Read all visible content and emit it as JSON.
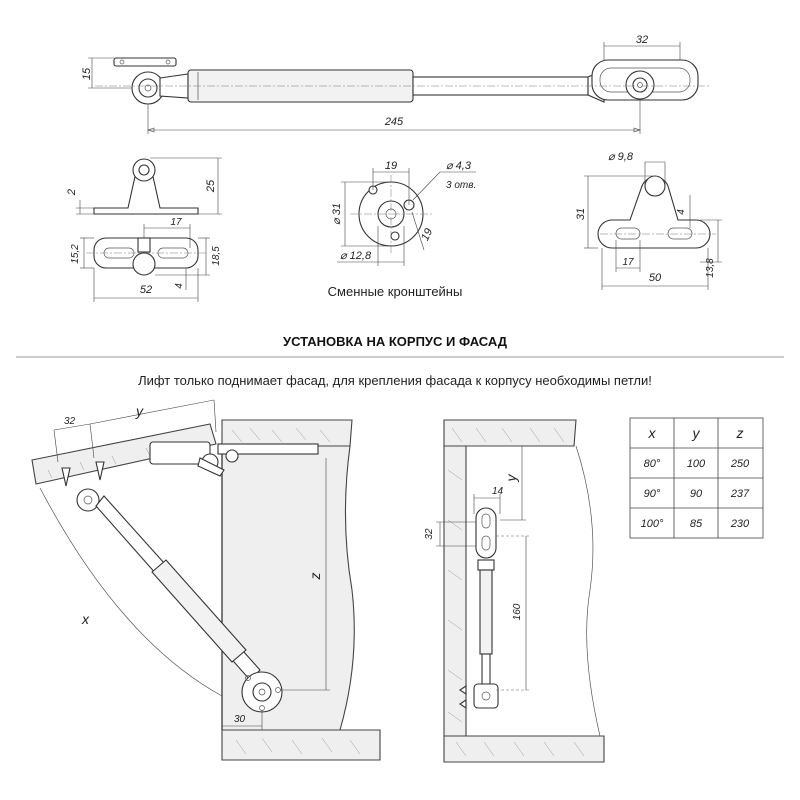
{
  "dimensions": {
    "top_height": "15",
    "top_right_width": "32",
    "total_length": "245",
    "bracket1_h1": "2",
    "bracket1_h2": "25",
    "bracket1_w_top": "17",
    "bracket1_left": "15,2",
    "bracket1_right": "18,5",
    "bracket1_small": "4",
    "bracket1_width": "52",
    "round_top": "19",
    "round_hole": "⌀ 4,3",
    "round_holes_note": "3 отв.",
    "round_diam": "⌀ 31",
    "round_pitch": "19",
    "round_inner": "⌀ 12,8",
    "bracket3_hole": "⌀ 9,8",
    "bracket3_height": "31",
    "bracket3_small": "4",
    "bracket3_inner": "17",
    "bracket3_side": "13,8",
    "bracket3_width": "50"
  },
  "caption_brackets": "Сменные кронштейны",
  "section_title": "УСТАНОВКА НА КОРПУС И ФАСАД",
  "note": "Лифт только поднимает фасад, для крепления фасада к корпусу необходимы петли!",
  "install": {
    "left_32": "32",
    "left_y": "y",
    "left_x": "x",
    "left_z": "z",
    "left_30": "30",
    "right_y": "y",
    "right_14": "14",
    "right_32": "32",
    "right_160": "160"
  },
  "table": {
    "headers": [
      "x",
      "y",
      "z"
    ],
    "rows": [
      [
        "80°",
        "100",
        "250"
      ],
      [
        "90°",
        "90",
        "237"
      ],
      [
        "100°",
        "85",
        "230"
      ]
    ]
  }
}
